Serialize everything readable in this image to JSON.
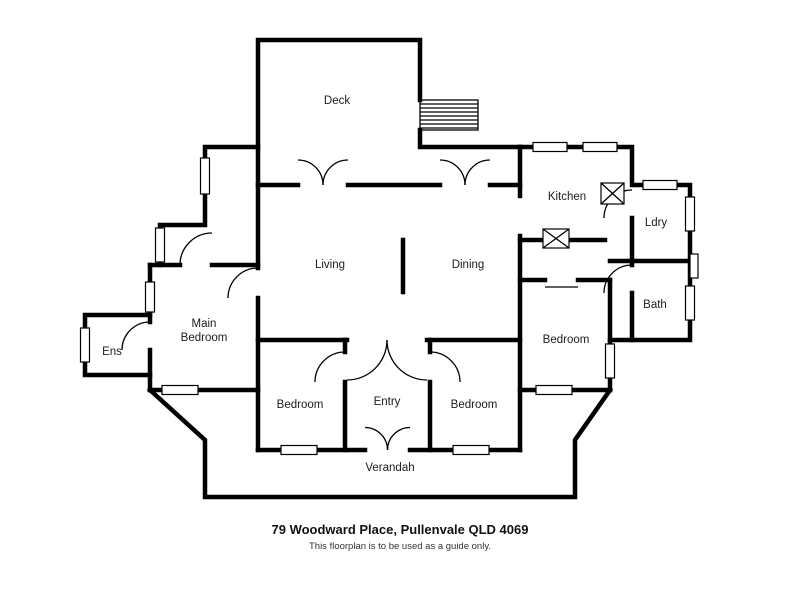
{
  "title": {
    "address": "79 Woodward Place, Pullenvale QLD 4069",
    "disclaimer": "This floorplan is to be used as a guide only."
  },
  "rooms": {
    "deck": "Deck",
    "kitchen": "Kitchen",
    "laundry": "Ldry",
    "living": "Living",
    "dining": "Dining",
    "bath": "Bath",
    "main_bedroom_line1": "Main",
    "main_bedroom_line2": "Bedroom",
    "ensuite": "Ens",
    "bedroom_left": "Bedroom",
    "entry": "Entry",
    "bedroom_middle": "Bedroom",
    "bedroom_right": "Bedroom",
    "verandah": "Verandah"
  },
  "colors": {
    "wall": "#000000",
    "background": "#ffffff",
    "label_text": "#1b1b1b"
  }
}
